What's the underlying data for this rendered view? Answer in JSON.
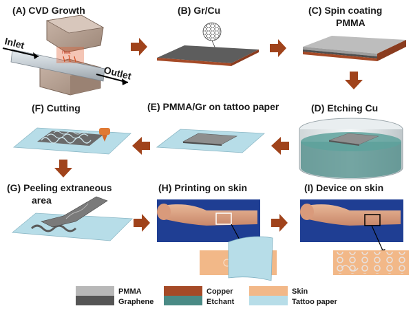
{
  "steps": {
    "a": {
      "title": "(A) CVD Growth",
      "inlet": "Inlet",
      "outlet": "Outlet",
      "heat": "Heat"
    },
    "b": {
      "title": "(B) Gr/Cu"
    },
    "c": {
      "title_line1": "(C) Spin coating",
      "title_line2": "PMMA"
    },
    "d": {
      "title": "(D) Etching Cu"
    },
    "e": {
      "title": "(E) PMMA/Gr on tattoo paper"
    },
    "f": {
      "title": "(F) Cutting"
    },
    "g": {
      "title_line1": "(G) Peeling extraneous",
      "title_line2": "area"
    },
    "h": {
      "title": "(H) Printing on skin"
    },
    "i": {
      "title": "(I) Device on skin"
    }
  },
  "legend": {
    "pmma": "PMMA",
    "graphene": "Graphene",
    "copper": "Copper",
    "etchant": "Etchant",
    "skin": "Skin",
    "tattoo_paper": "Tattoo paper"
  },
  "colors": {
    "arrow": "#a0431b",
    "pmma": "#b8b8b8",
    "graphene": "#555555",
    "copper": "#a54a27",
    "etchant": "#4a8a85",
    "skin": "#f2b888",
    "tattoo_paper": "#b7dde8"
  }
}
